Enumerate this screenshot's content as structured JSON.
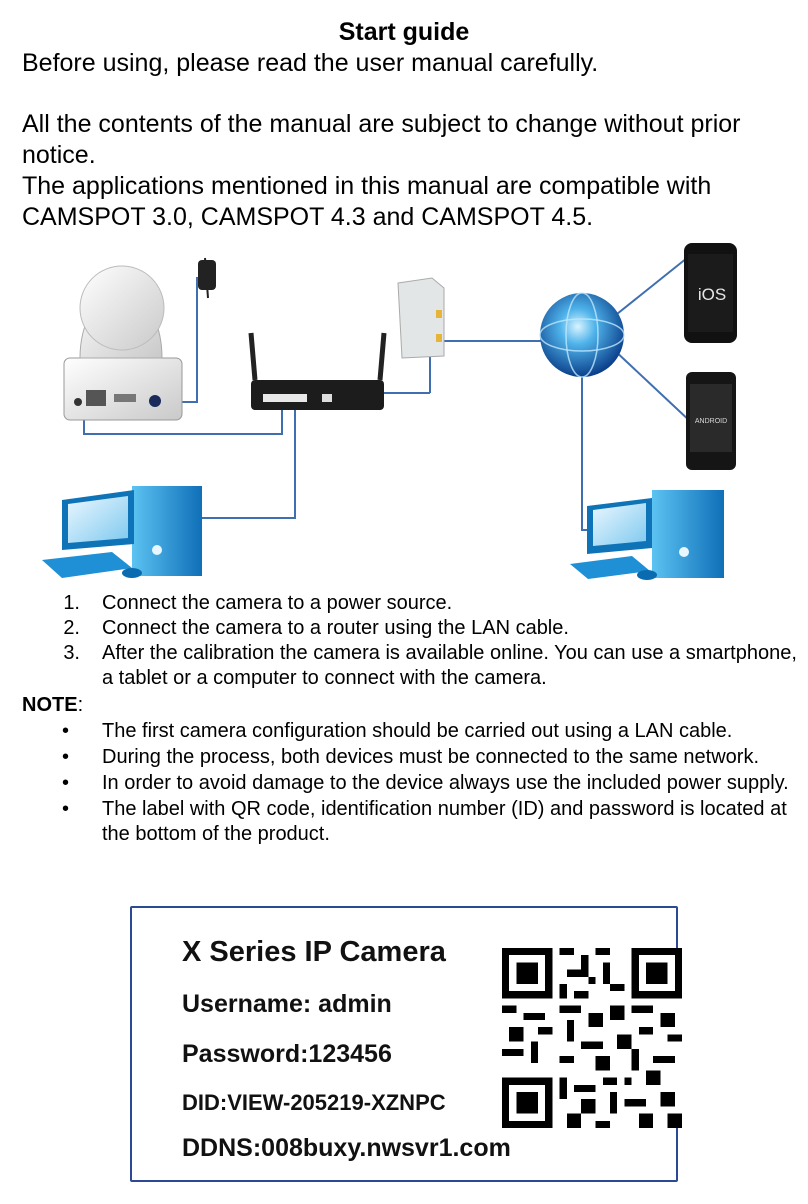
{
  "title": "Start guide",
  "intro": {
    "line1": "Before using, please read the user manual carefully.",
    "line2": "All the contents of the manual are subject to change without prior notice.",
    "line3": "The applications mentioned in this manual are compatible with CAMSPOT 3.0, CAMSPOT 4.3 and CAMSPOT 4.5."
  },
  "diagram": {
    "ios_label": "iOS",
    "android_label": "ANDROID"
  },
  "steps": [
    {
      "num": "1.",
      "text": "Connect the camera to a power source."
    },
    {
      "num": "2.",
      "text": "Connect the camera to a router using the LAN cable."
    },
    {
      "num": "3.",
      "text": "After the calibration the camera is available online. You can use a smartphone, a tablet or a computer to connect with the camera."
    }
  ],
  "note": {
    "label": "NOTE",
    "colon": ":"
  },
  "bullets": [
    {
      "text": "The first camera configuration should be carried out using a LAN cable."
    },
    {
      "text": "During the process, both devices must be connected to the same network."
    },
    {
      "text": "In order to avoid damage to the device always use the included power supply."
    },
    {
      "text": "The label with QR code, identification number (ID) and password is located at the bottom of the product."
    }
  ],
  "label": {
    "heading": "X Series IP Camera",
    "username": "Username: admin",
    "password": "Password:123456",
    "did": "DID:VIEW-205219-XZNPC",
    "ddns": "DDNS:008buxy.nwsvr1.com"
  },
  "colors": {
    "label_border": "#2b4a93",
    "cable": "#3f6fb0",
    "pc_blue": "#1f8fd6"
  }
}
